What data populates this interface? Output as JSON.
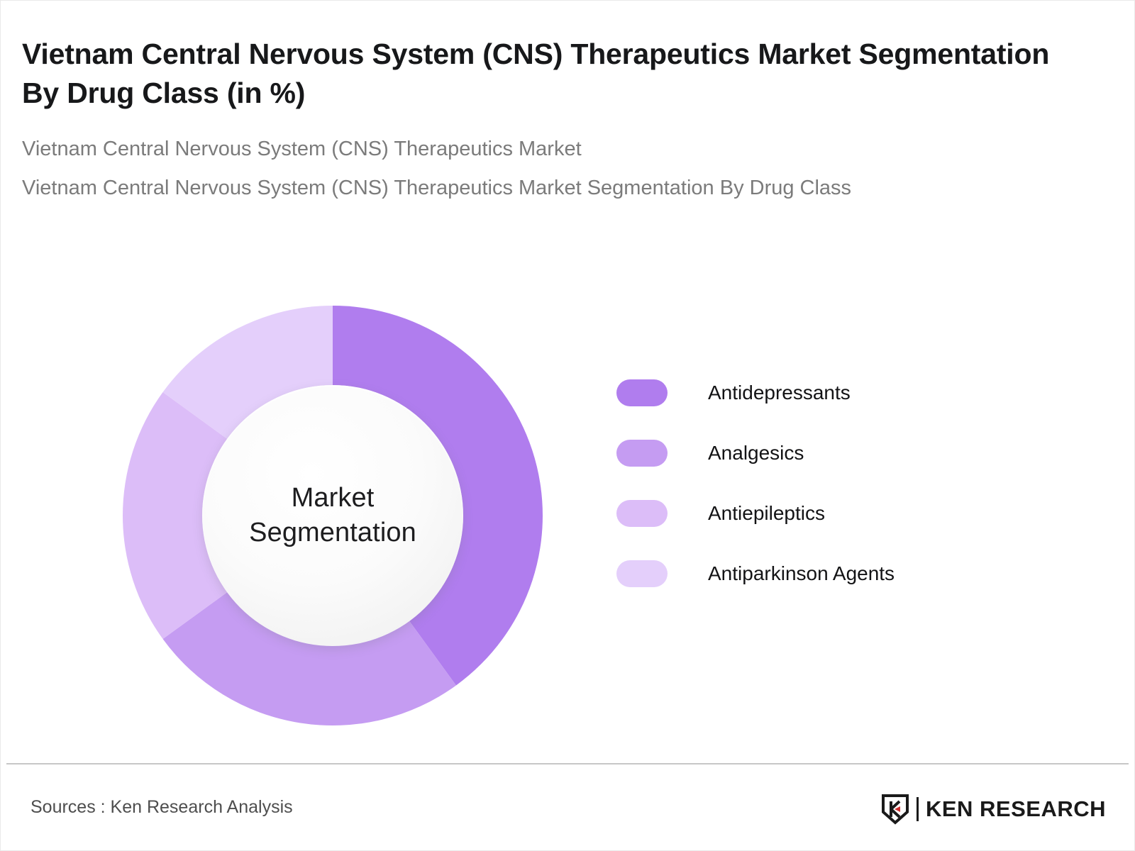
{
  "header": {
    "title": "Vietnam Central Nervous System (CNS) Therapeutics Market Segmentation By Drug Class (in %)",
    "subtitle_1": "Vietnam Central Nervous System (CNS) Therapeutics Market",
    "subtitle_2": "Vietnam Central Nervous System (CNS) Therapeutics Market Segmentation By Drug Class"
  },
  "donut": {
    "center_line_1": "Market",
    "center_line_2": "Segmentation"
  },
  "legend": {
    "items": [
      {
        "label": "Antidepressants",
        "color": "#B07DEE"
      },
      {
        "label": "Analgesics",
        "color": "#C59CF2"
      },
      {
        "label": "Antiepileptics",
        "color": "#DCBDF8"
      },
      {
        "label": "Antiparkinson Agents",
        "color": "#E4CFFB"
      }
    ]
  },
  "footer": {
    "sources": "Sources : Ken Research Analysis",
    "brand": "KEN RESEARCH"
  },
  "chart_data": {
    "type": "pie",
    "title": "Vietnam Central Nervous System (CNS) Therapeutics Market Segmentation By Drug Class (in %)",
    "subtitle": "Vietnam Central Nervous System (CNS) Therapeutics Market",
    "unit": "%",
    "donut": true,
    "inner_radius_ratio": 0.62,
    "start_angle_deg": 0,
    "direction": "clockwise",
    "center_label": "Market Segmentation",
    "legend_position": "right",
    "categories": [
      "Antidepressants",
      "Analgesics",
      "Antiepileptics",
      "Antiparkinson Agents"
    ],
    "values": [
      40,
      25,
      20,
      15
    ],
    "colors": [
      "#B07DEE",
      "#C59CF2",
      "#DCBDF8",
      "#E4CFFB"
    ]
  }
}
